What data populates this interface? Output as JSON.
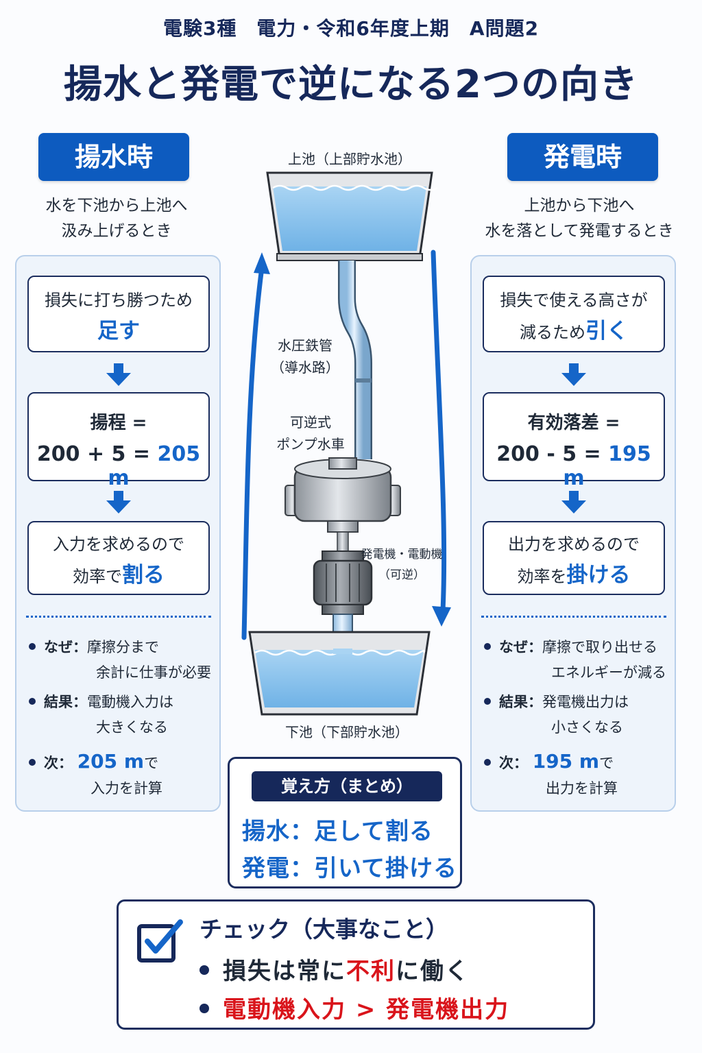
{
  "header": {
    "subtitle": "電験3種　電力・令和6年度上期　A問題2",
    "title": "揚水と発電で逆になる2つの向き"
  },
  "left": {
    "label": "揚水時",
    "desc1": "水を下池から上池へ",
    "desc2": "汲み上げるとき",
    "step1_line1": "損失に打ち勝つため",
    "step1_em": "足す",
    "step2_line1": "揚程 =",
    "step2_eq_prefix": "200 + 5 = ",
    "step2_eq_value": "205 m",
    "step3_line1": "入力を求めるので",
    "step3_line2_prefix": "効率で",
    "step3_em": "割る",
    "note1_key": "なぜ：",
    "note1_l1": "摩擦分まで",
    "note1_l2": "余計に仕事が必要",
    "note2_key": "結果：",
    "note2_l1": "電動機入力は",
    "note2_l2": "大きくなる",
    "note3_key": "次：",
    "note3_value": "205 m",
    "note3_suffix": "で",
    "note3_l2": "入力を計算"
  },
  "right": {
    "label": "発電時",
    "desc1": "上池から下池へ",
    "desc2": "水を落として発電するとき",
    "step1_line1": "損失で使える高さが",
    "step1_line2_prefix": "減るため",
    "step1_em": "引く",
    "step2_line1": "有効落差 =",
    "step2_eq_prefix": "200 - 5 = ",
    "step2_eq_value": "195 m",
    "step3_line1": "出力を求めるので",
    "step3_line2_prefix": "効率を",
    "step3_em": "掛ける",
    "note1_key": "なぜ：",
    "note1_l1": "摩擦で取り出せる",
    "note1_l2": "エネルギーが減る",
    "note2_key": "結果：",
    "note2_l1": "発電機出力は",
    "note2_l2": "小さくなる",
    "note3_key": "次：",
    "note3_value": "195 m",
    "note3_suffix": "で",
    "note3_l2": "出力を計算"
  },
  "diagram": {
    "upper_pond": "上池（上部貯水池）",
    "penstock_l1": "水圧鉄管",
    "penstock_l2": "（導水路）",
    "pump_l1": "可逆式",
    "pump_l2": "ポンプ水車",
    "motor_l1": "発電機・電動機",
    "motor_l2": "（可逆）",
    "lower_pond": "下池（下部貯水池）"
  },
  "summary": {
    "title": "覚え方（まとめ）",
    "line1": "揚水：足して割る",
    "line2": "発電：引いて掛ける"
  },
  "check": {
    "title": "チェック（大事なこと）",
    "item1_prefix": "損失は常に",
    "item1_red": "不利",
    "item1_suffix": "に働く",
    "item2": "電動機入力 > 発電機出力"
  },
  "colors": {
    "navy": "#16285a",
    "accent_blue": "#1565c8",
    "label_bg": "#0d5bbf",
    "panel_bg": "#eef4fb",
    "water": "#8cc4ee",
    "red": "#d9141b"
  }
}
